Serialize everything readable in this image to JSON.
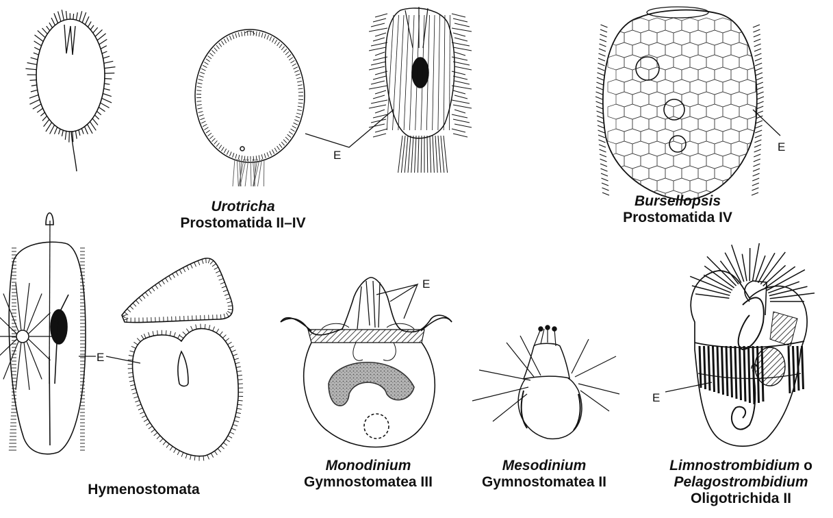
{
  "callout_letter": "E",
  "organisms": {
    "urotricha": {
      "genus": "Urotricha",
      "group": "Prostomatida II–IV"
    },
    "bursellopsis": {
      "genus": "Bursellopsis",
      "group": "Prostomatida IV"
    },
    "hymenostomata": {
      "group": "Hymenostomata"
    },
    "monodinium": {
      "genus": "Monodinium",
      "group": "Gymnostomatea III"
    },
    "mesodinium": {
      "genus": "Mesodinium",
      "group": "Gymnostomatea II"
    },
    "oligotrichida": {
      "genus_a": "Limnostrombidium",
      "connector": "o",
      "genus_b": "Pelagostrombidium",
      "group": "Oligotrichida II"
    }
  },
  "colors": {
    "ink": "#111111",
    "paper": "#ffffff",
    "shade": "#9a9a9a"
  }
}
